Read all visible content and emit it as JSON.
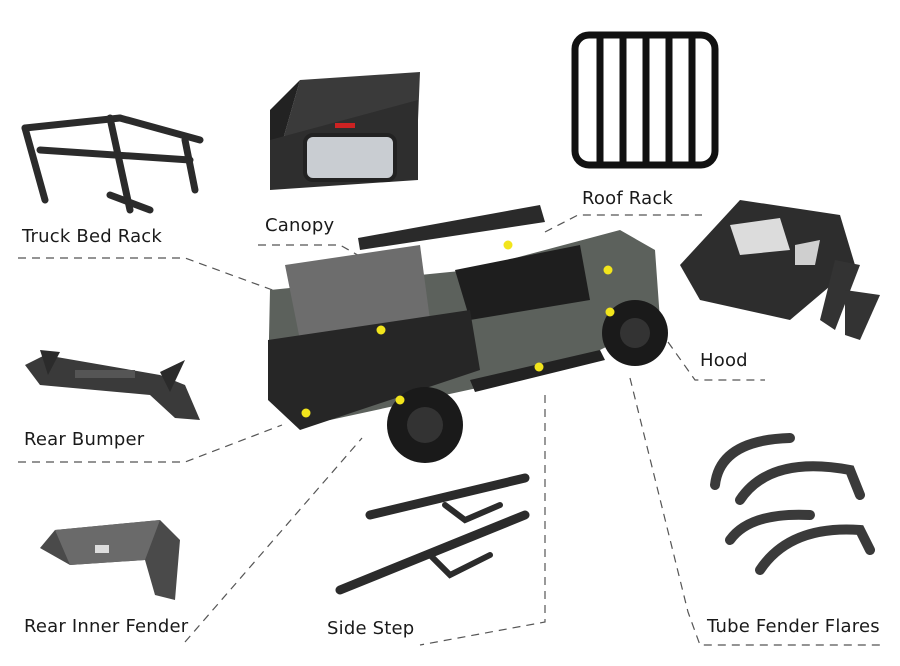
{
  "labels": {
    "truck_bed_rack": "Truck Bed Rack",
    "canopy": "Canopy",
    "roof_rack": "Roof Rack",
    "hood": "Hood",
    "rear_bumper": "Rear Bumper",
    "rear_inner_fender": "Rear Inner Fender",
    "side_step": "Side Step",
    "tube_fender_flares": "Tube Fender Flares"
  },
  "colors": {
    "marker": "#f2e51c",
    "product": "#2b2b2b",
    "truck_body": "#5c615c",
    "leader_line": "#555555"
  }
}
